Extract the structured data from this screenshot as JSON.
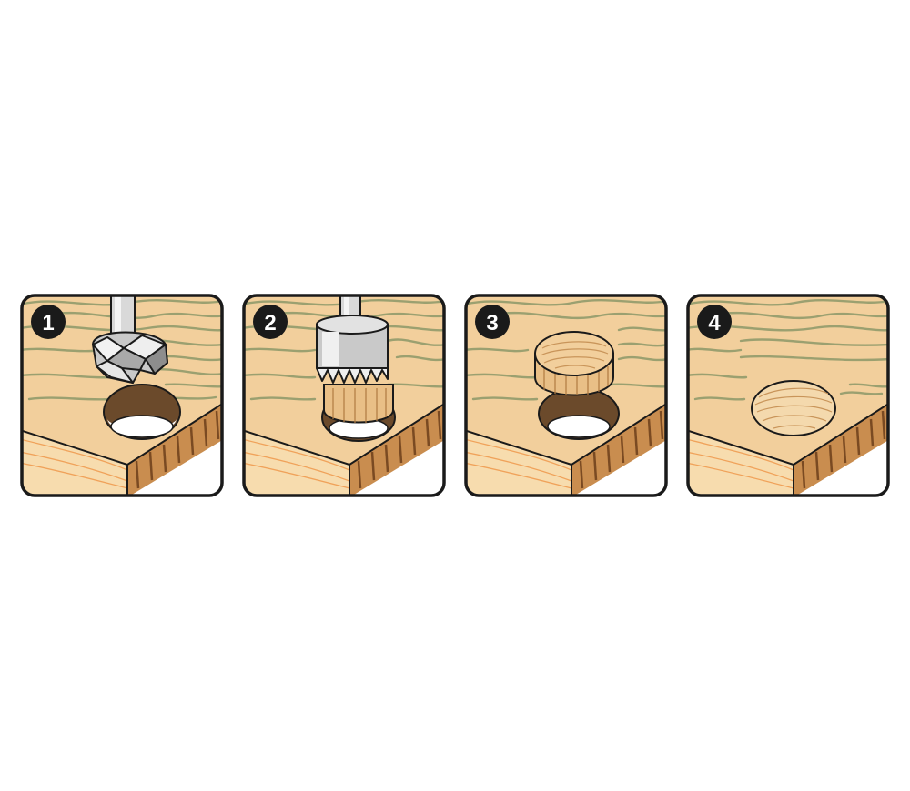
{
  "steps": [
    {
      "number": "1",
      "illustration": "drill-hole-with-forstner-bit"
    },
    {
      "number": "2",
      "illustration": "cut-plug-with-plug-cutter"
    },
    {
      "number": "3",
      "illustration": "insert-wood-plug-into-hole"
    },
    {
      "number": "4",
      "illustration": "plug-flush-with-board-surface"
    }
  ],
  "colors": {
    "background": "#ffffff",
    "outline": "#1a1a1a",
    "wood_light": "#f3d3a3",
    "wood_mid": "#e9bf86",
    "wood_edge": "#c98d4f",
    "wood_edge_dark": "#7a4a22",
    "grain": "#9ba070",
    "grain_orange": "#f0a25a",
    "metal_light": "#f2f2f2",
    "metal_mid": "#c9c9c9",
    "metal_dark": "#8d8d8d",
    "badge_fill": "#1a1a1a",
    "badge_text": "#ffffff"
  }
}
